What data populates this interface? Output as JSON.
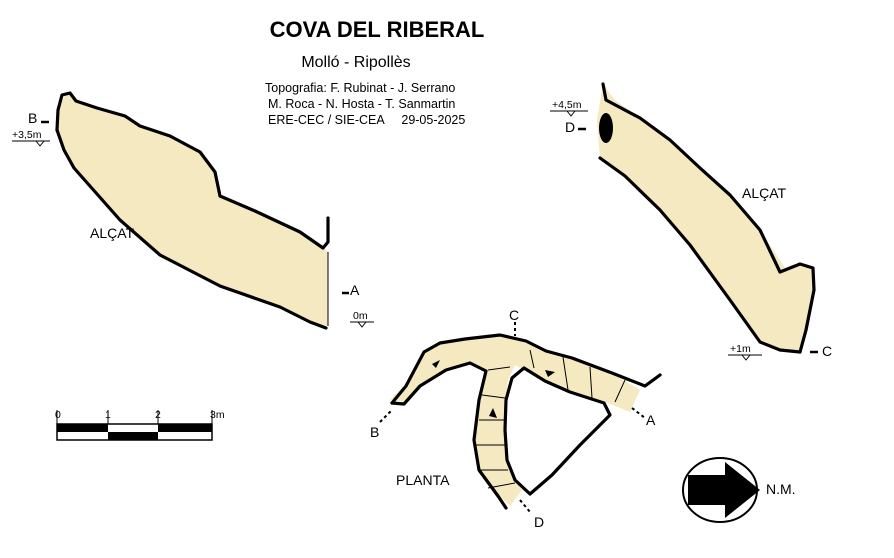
{
  "title": "COVA DEL RIBERAL",
  "location": "Molló  -  Ripollès",
  "credits": {
    "line1": "Topografia: F. Rubinat - J. Serrano",
    "line2": "M. Roca - N. Hosta - T. Sanmartin",
    "line3": "ERE-CEC / SIE-CEA     29-05-2025"
  },
  "elevation_left": {
    "label": "ALÇAT",
    "point_b": "B",
    "point_b_height": "+3,5m",
    "point_a": "A",
    "point_a_height": "0m"
  },
  "elevation_right": {
    "label": "ALÇAT",
    "point_d": "D",
    "point_d_height": "+4,5m",
    "point_c": "C",
    "point_c_height": "+1m"
  },
  "plan": {
    "label": "PLANTA",
    "point_a": "A",
    "point_b": "B",
    "point_c": "C",
    "point_d": "D"
  },
  "scale_bar": {
    "ticks": [
      "0",
      "1",
      "2",
      "3m"
    ]
  },
  "north": {
    "label": "N.M."
  },
  "colors": {
    "cave_fill": "#f5e9c1",
    "wall": "#000000"
  }
}
